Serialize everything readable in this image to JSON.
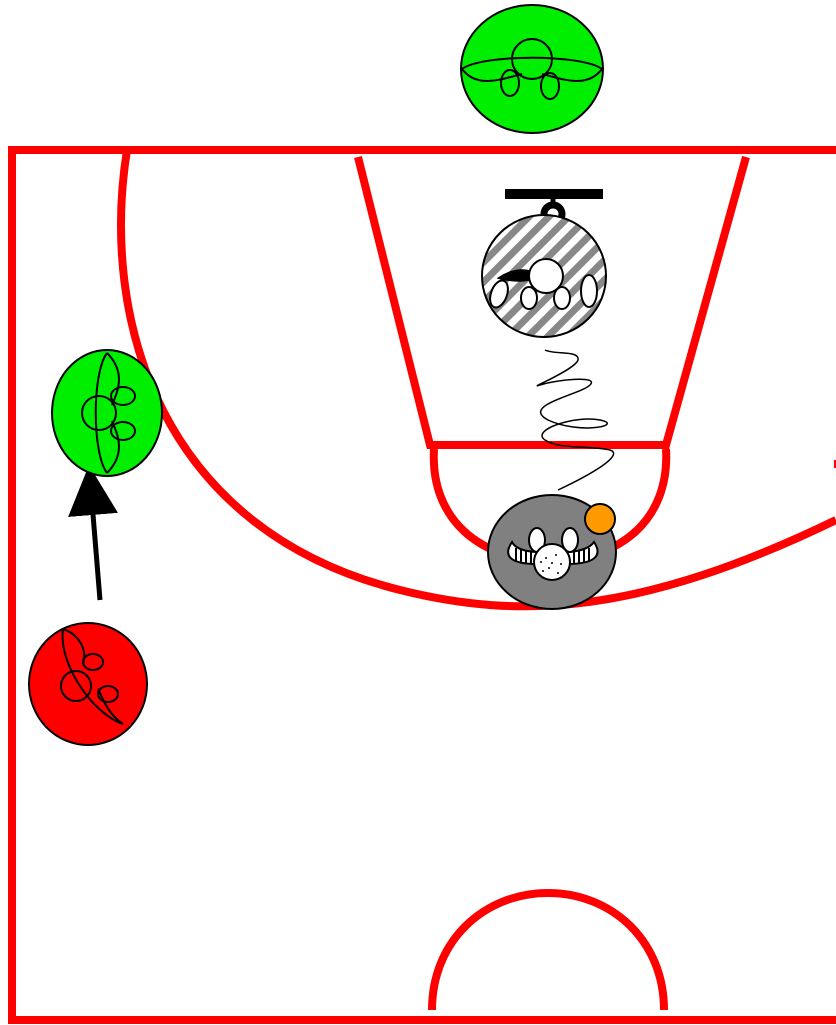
{
  "diagram": {
    "court_color": "#ff0000",
    "background_color": "#ffffff",
    "court_elements": [
      "sideline",
      "baseline",
      "three-point-arc",
      "free-throw-lane",
      "free-throw-circle",
      "center-circle",
      "basket"
    ],
    "players": [
      {
        "id": "player-top",
        "team_color": "#00ee00",
        "facing": "down"
      },
      {
        "id": "player-left-wing",
        "team_color": "#00ee00",
        "facing": "right"
      },
      {
        "id": "player-left-moving",
        "team_color": "#ff0000",
        "facing": "right"
      },
      {
        "id": "player-defender",
        "team_color": "#ffffff",
        "pattern": "hatched",
        "facing": "down"
      },
      {
        "id": "player-ball-handler",
        "team_color": "#808080",
        "has_ball": true,
        "facing": "up"
      }
    ],
    "ball_color": "#ff9900",
    "movements": [
      {
        "type": "cut",
        "from": "player-left-moving",
        "to": "player-left-wing"
      },
      {
        "type": "dribble",
        "from": "player-ball-handler",
        "to": "basket"
      }
    ]
  }
}
